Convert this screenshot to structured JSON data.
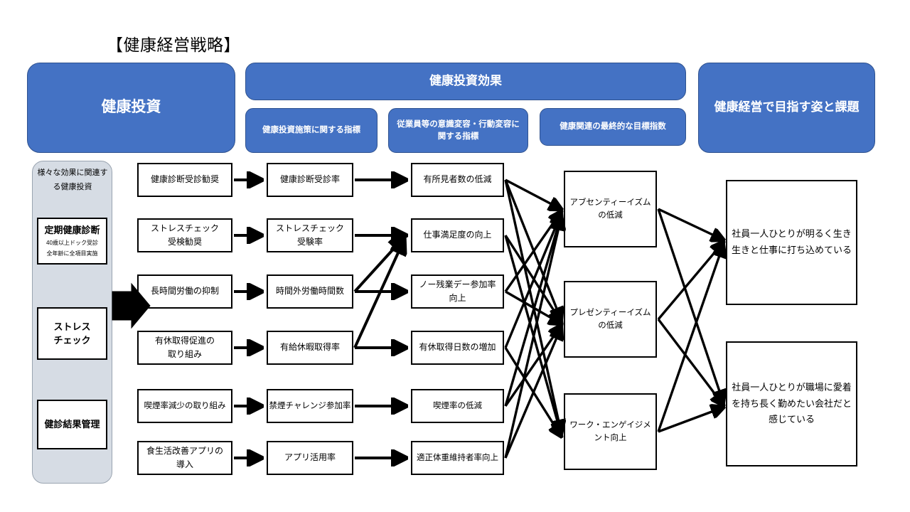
{
  "title": "【健康経営戦略】",
  "banners": {
    "invest": "健康投資",
    "effect": "健康投資効果",
    "goal": "健康経営で目指す姿と課題",
    "sub_policy": "健康投資施策に関する指標",
    "sub_behavior": "従業員等の意識変容・行動変容に関する指標",
    "sub_final": "健康関連の最終的な目標指数"
  },
  "capsule": {
    "caption": "様々な効果に関連する健康投資",
    "items": [
      {
        "title": "定期健康診断",
        "sub1": "40歳以上ドック受診",
        "sub2": "全年齢に全項目実施"
      },
      {
        "title": "ストレス\nチェック",
        "sub1": "",
        "sub2": ""
      },
      {
        "title": "健診結果管理",
        "sub1": "",
        "sub2": ""
      }
    ]
  },
  "columns": {
    "policies": [
      "健康診断受診勧奨",
      "ストレスチェック\n受検勧奨",
      "長時間労働の抑制",
      "有休取得促進の\n取り組み",
      "喫煙率減少の取り組み",
      "食生活改善アプリの\n導入"
    ],
    "policy_indicators": [
      "健康診断受診率",
      "ストレスチェック\n受験率",
      "時間外労働時間数",
      "有給休暇取得率",
      "禁煙チャレンジ参加率",
      "アプリ活用率"
    ],
    "behavior_indicators": [
      "有所見者数の低減",
      "仕事満足度の向上",
      "ノー残業デー参加率\n向上",
      "有休取得日数の増加",
      "喫煙率の低減",
      "適正体重維持者率向上"
    ],
    "final_indicators": [
      "アブセンティーイズム\nの低減",
      "プレゼンティーイズム\nの低減",
      "ワーク・エンゲイジメ\nント向上"
    ],
    "outcomes": [
      "社員一人ひとりが明るく生き生きと仕事に打ち込めている",
      "社員一人ひとりが職場に愛着を持ち長く勤めたい会社だと感じている"
    ]
  },
  "colors": {
    "banner_blue": "#4472C4",
    "banner_border": "#2F528F",
    "capsule_grey": "#D6DCE4",
    "node_border": "#000000",
    "connector": "#000000"
  }
}
